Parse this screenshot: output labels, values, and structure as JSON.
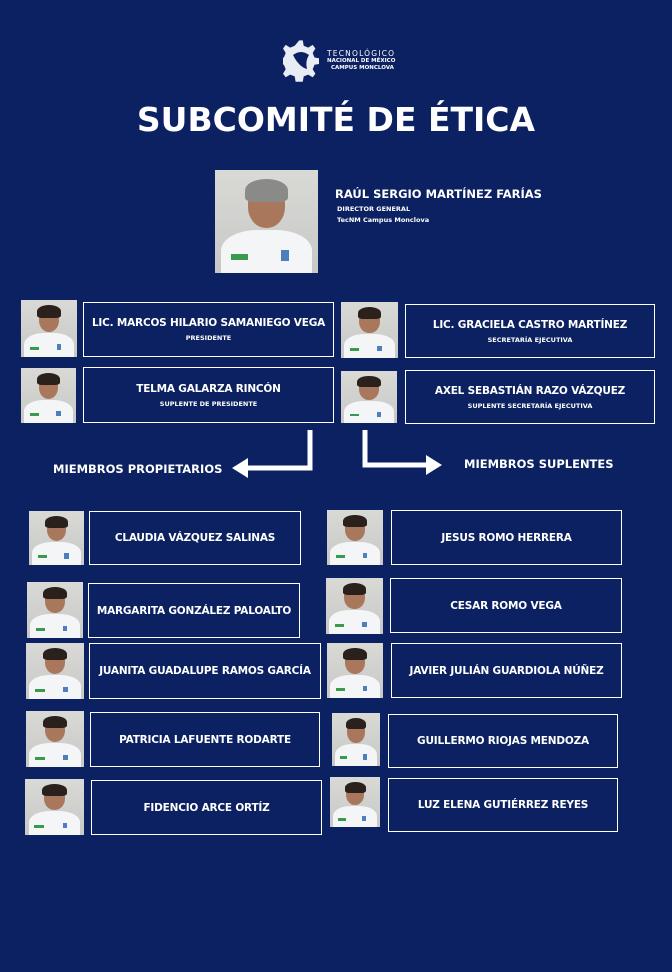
{
  "logo": {
    "line1": "TECNOLÓGICO",
    "line2": "NACIONAL DE MÉXICO",
    "line3": "CAMPUS MONCLOVA"
  },
  "title": "SUBCOMITÉ DE ÉTICA",
  "director": {
    "name": "RAÚL SERGIO MARTÍNEZ FARÍAS",
    "role": "DIRECTOR GENERAL",
    "org": "TecNM Campus Monclova"
  },
  "officers": [
    {
      "name": "LIC. MARCOS HILARIO SAMANIEGO VEGA",
      "role": "PRESIDENTE"
    },
    {
      "name": "LIC. GRACIELA CASTRO MARTÍNEZ",
      "role": "SECRETARÍA EJECUTIVA"
    },
    {
      "name": "TELMA GALARZA RINCÓN",
      "role": "SUPLENTE DE PRESIDENTE"
    },
    {
      "name": "AXEL SEBASTIÁN RAZO VÁZQUEZ",
      "role": "SUPLENTE SECRETARÍA EJECUTIVA"
    }
  ],
  "propietarios": {
    "label": "MIEMBROS PROPIETARIOS",
    "members": [
      "CLAUDIA VÁZQUEZ SALINAS",
      "MARGARITA GONZÁLEZ PALOALTO",
      "JUANITA GUADALUPE RAMOS GARCÍA",
      "PATRICIA LAFUENTE RODARTE",
      "FIDENCIO ARCE ORTÍZ"
    ]
  },
  "suplentes": {
    "label": "MIEMBROS SUPLENTES",
    "members": [
      "JESUS ROMO HERRERA",
      "CESAR ROMO VEGA",
      "JAVIER JULIÁN GUARDIOLA NÚÑEZ",
      "GUILLERMO RIOJAS MENDOZA",
      "LUZ ELENA GUTIÉRREZ REYES"
    ]
  }
}
